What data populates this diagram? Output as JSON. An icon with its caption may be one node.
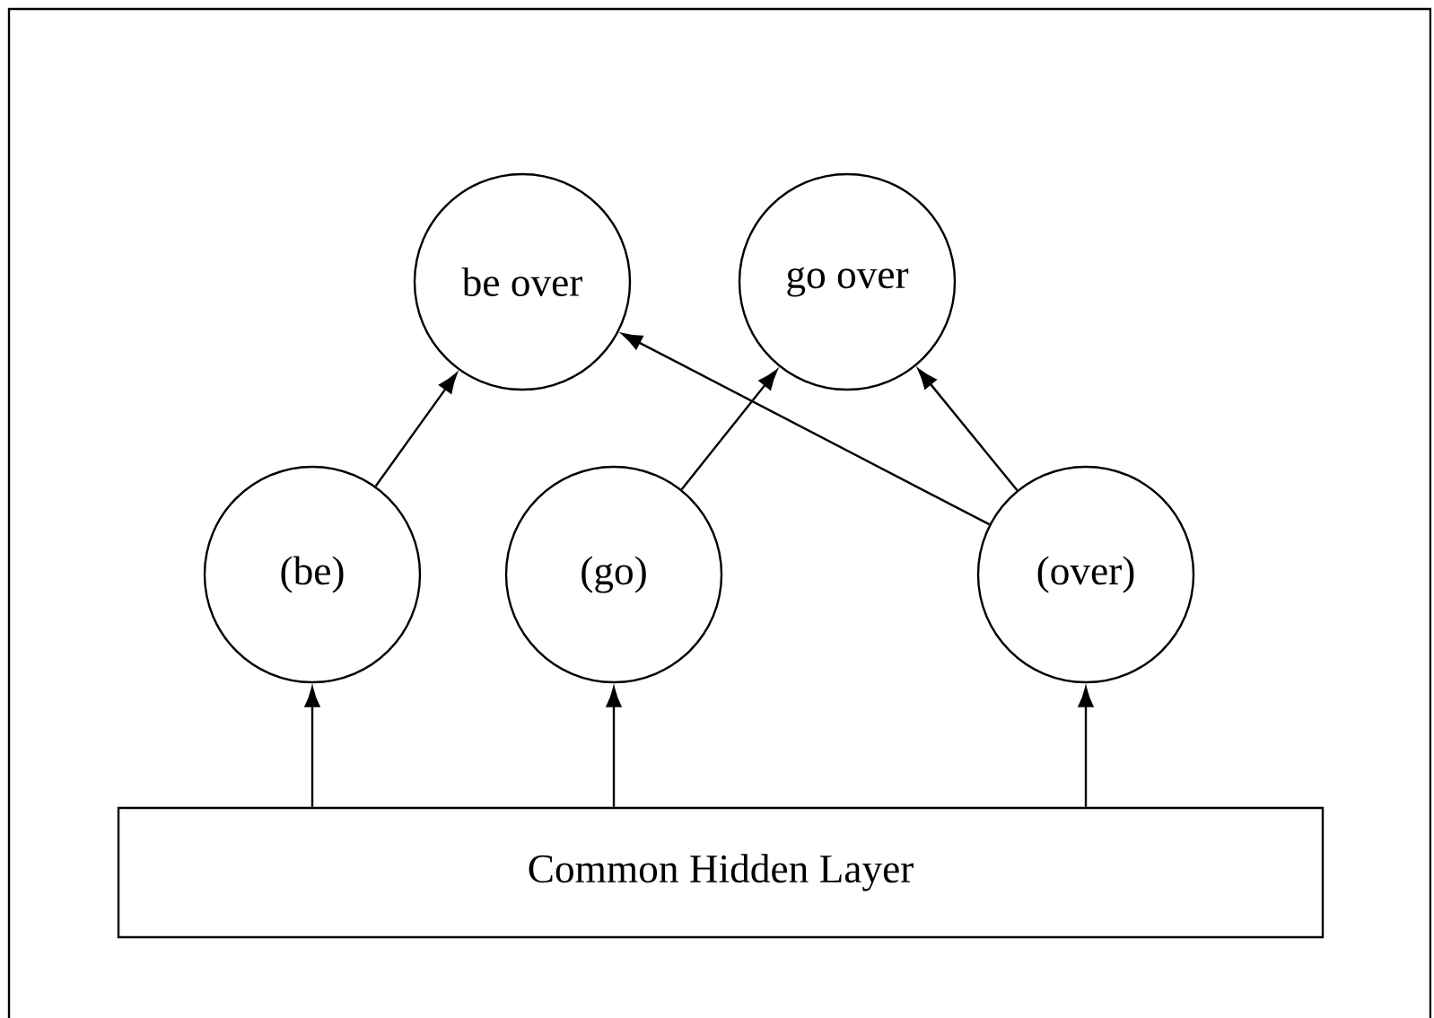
{
  "diagram": {
    "nodes": [
      {
        "text": [
          "be over"
        ]
      },
      {
        "text": [
          "go over"
        ]
      },
      {
        "text": [
          "(be)"
        ]
      },
      {
        "text": [
          "(go)"
        ]
      },
      {
        "text": [
          "(over)"
        ]
      },
      {
        "text": [
          "Common Hidden Layer"
        ]
      }
    ],
    "edges": [
      {
        "from": 2,
        "to": 0,
        "arrow": "to"
      },
      {
        "from": 3,
        "to": 1,
        "arrow": "to"
      },
      {
        "from": 4,
        "to": 0,
        "arrow": "to"
      },
      {
        "from": 4,
        "to": 1,
        "arrow": "to"
      },
      {
        "from": 5,
        "to": 2,
        "arrow": "to"
      },
      {
        "from": 5,
        "to": 3,
        "arrow": "to"
      },
      {
        "from": 5,
        "to": 4,
        "arrow": "to"
      }
    ]
  }
}
